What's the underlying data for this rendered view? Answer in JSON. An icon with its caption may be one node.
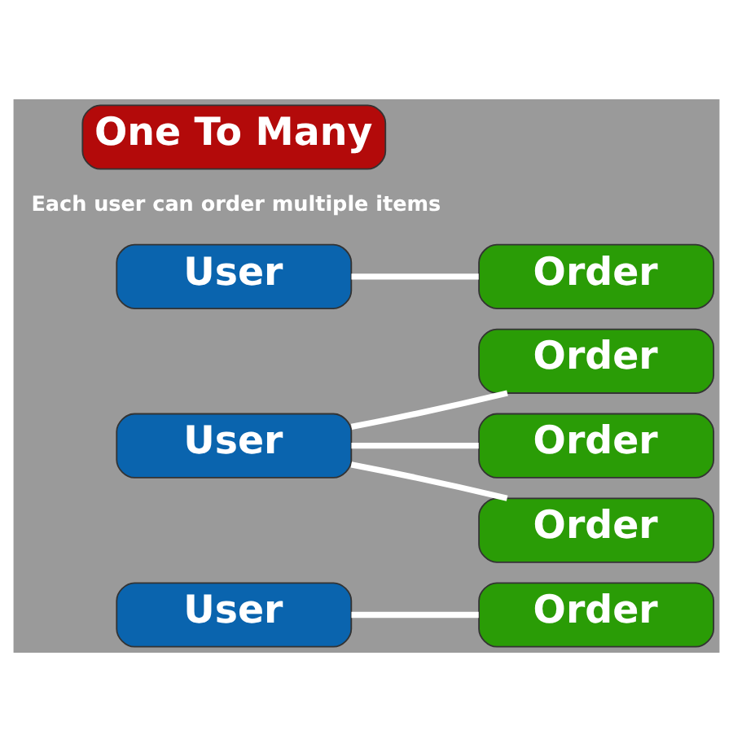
{
  "diagram": {
    "nodes": [
      {
        "text": [
          "One To Many"
        ]
      },
      {
        "text": [
          "User"
        ]
      },
      {
        "text": [
          "Order"
        ]
      },
      {
        "text": [
          "Order"
        ]
      },
      {
        "text": [
          "User"
        ]
      },
      {
        "text": [
          "Order"
        ]
      },
      {
        "text": [
          "Order"
        ]
      },
      {
        "text": [
          "User"
        ]
      },
      {
        "text": [
          "Order"
        ]
      }
    ],
    "edges": [
      {
        "from": 1,
        "to": 2,
        "arrow": "none"
      },
      {
        "from": 4,
        "to": 3,
        "arrow": "none"
      },
      {
        "from": 4,
        "to": 5,
        "arrow": "none"
      },
      {
        "from": 4,
        "to": 6,
        "arrow": "none"
      },
      {
        "from": 7,
        "to": 8,
        "arrow": "none"
      }
    ],
    "labels": [
      "Each user can order multiple items"
    ]
  }
}
